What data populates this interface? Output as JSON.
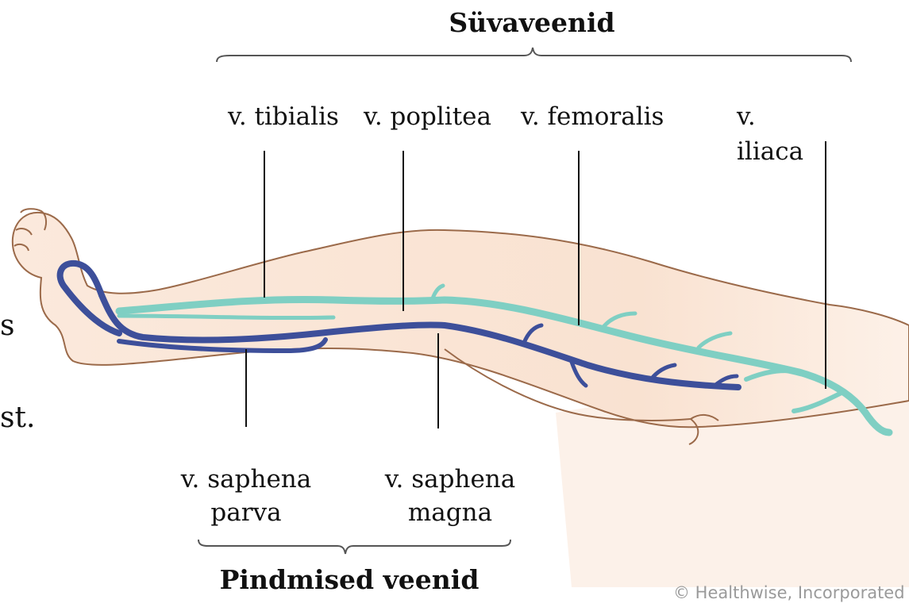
{
  "groups": {
    "deep": {
      "title": "Süvaveenid"
    },
    "superficial": {
      "title": "Pindmised veenid"
    }
  },
  "labels": {
    "tibialis": "v. tibialis",
    "poplitea": "v. poplitea",
    "femoralis": "v. femoralis",
    "iliaca_line1": "v.",
    "iliaca_line2": "iliaca",
    "saphena_parva_line1": "v. saphena",
    "saphena_parva_line2": "parva",
    "saphena_magna_line1": "v. saphena",
    "saphena_magna_line2": "magna"
  },
  "cutoff_text": {
    "left_1": "s",
    "left_2": "st."
  },
  "credit": "© Healthwise, Incorporated",
  "colors": {
    "skin_fill": "#f9e3d3",
    "skin_outline": "#9b6a4a",
    "deep_vein": "#7fcfc3",
    "superficial_vein": "#3d4f9a",
    "leader_line": "#111111"
  }
}
